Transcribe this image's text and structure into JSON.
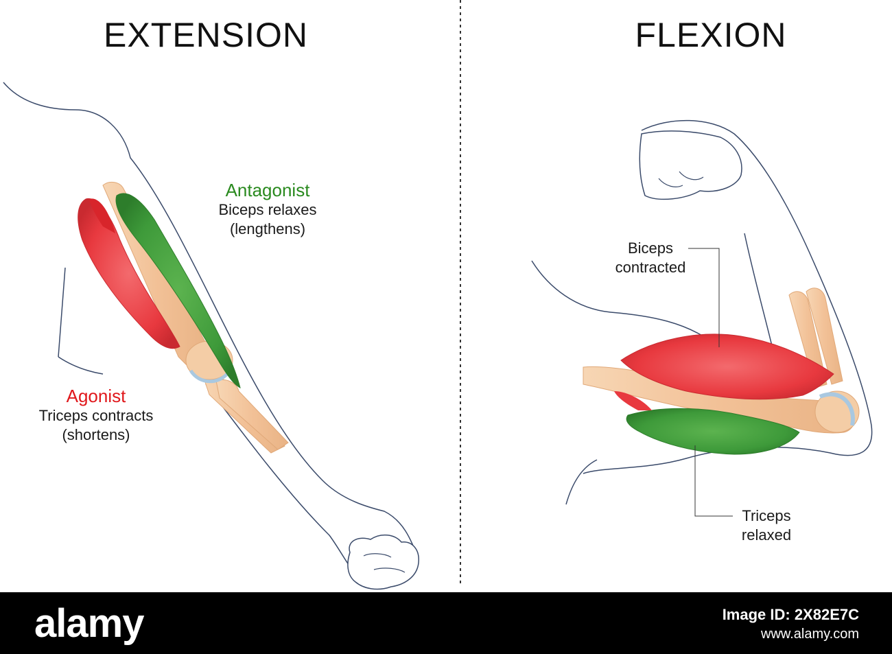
{
  "panels": {
    "extension": {
      "title": "EXTENSION",
      "antagonist": {
        "heading": "Antagonist",
        "line1": "Biceps relaxes",
        "line2": "(lengthens)"
      },
      "agonist": {
        "heading": "Agonist",
        "line1": "Triceps contracts",
        "line2": "(shortens)"
      }
    },
    "flexion": {
      "title": "FLEXION",
      "biceps": {
        "line1": "Biceps",
        "line2": "contracted"
      },
      "triceps": {
        "line1": "Triceps",
        "line2": "relaxed"
      }
    }
  },
  "colors": {
    "contracted_muscle": "#e8393f",
    "relaxed_muscle": "#3e9a3a",
    "antagonist_text": "#2a8a1f",
    "agonist_text": "#e0181c",
    "bone": "#f5c9a0",
    "cartilage": "#a9c8e0",
    "outline": "#3a4a6a"
  },
  "footer": {
    "brand": "alamy",
    "image_id": "Image ID: 2X82E7C",
    "url": "www.alamy.com"
  }
}
